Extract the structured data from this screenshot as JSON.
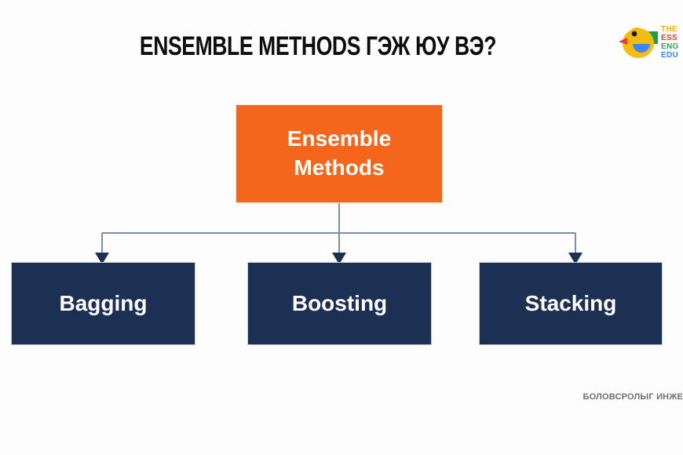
{
  "slide": {
    "title": "ENSEMBLE METHODS ГЭЖ ЮУ ВЭ?",
    "background_color": "#fdfdfd",
    "footer_text": "БОЛОВСРОЛЫГ ИНЖЕ"
  },
  "logo": {
    "bird_alt": "bird-logo",
    "lines": [
      "THE",
      "ESS",
      "ENG",
      "EDU"
    ],
    "colors": {
      "line1": "#f2b301",
      "line2": "#e8362a",
      "line3": "#34a652",
      "line4": "#4184f3",
      "bird_body": "#f5bc10",
      "bird_beak": "#e8402a",
      "bird_tail": "#1aa148",
      "bird_wing": "#4184f3",
      "bird_eye": "#1a1a1a"
    }
  },
  "diagram": {
    "type": "tree",
    "root": {
      "label_line1": "Ensemble",
      "label_line2": "Methods",
      "fill": "#f4661b",
      "text_color": "#ffffff"
    },
    "children": [
      {
        "label": "Bagging",
        "fill": "#1c3054",
        "text_color": "#ffffff"
      },
      {
        "label": "Boosting",
        "fill": "#1c3054",
        "text_color": "#ffffff"
      },
      {
        "label": "Stacking",
        "fill": "#1c3054",
        "text_color": "#ffffff"
      }
    ],
    "connector_color": "#7c8fa8",
    "arrowhead_color": "#1c3054"
  }
}
